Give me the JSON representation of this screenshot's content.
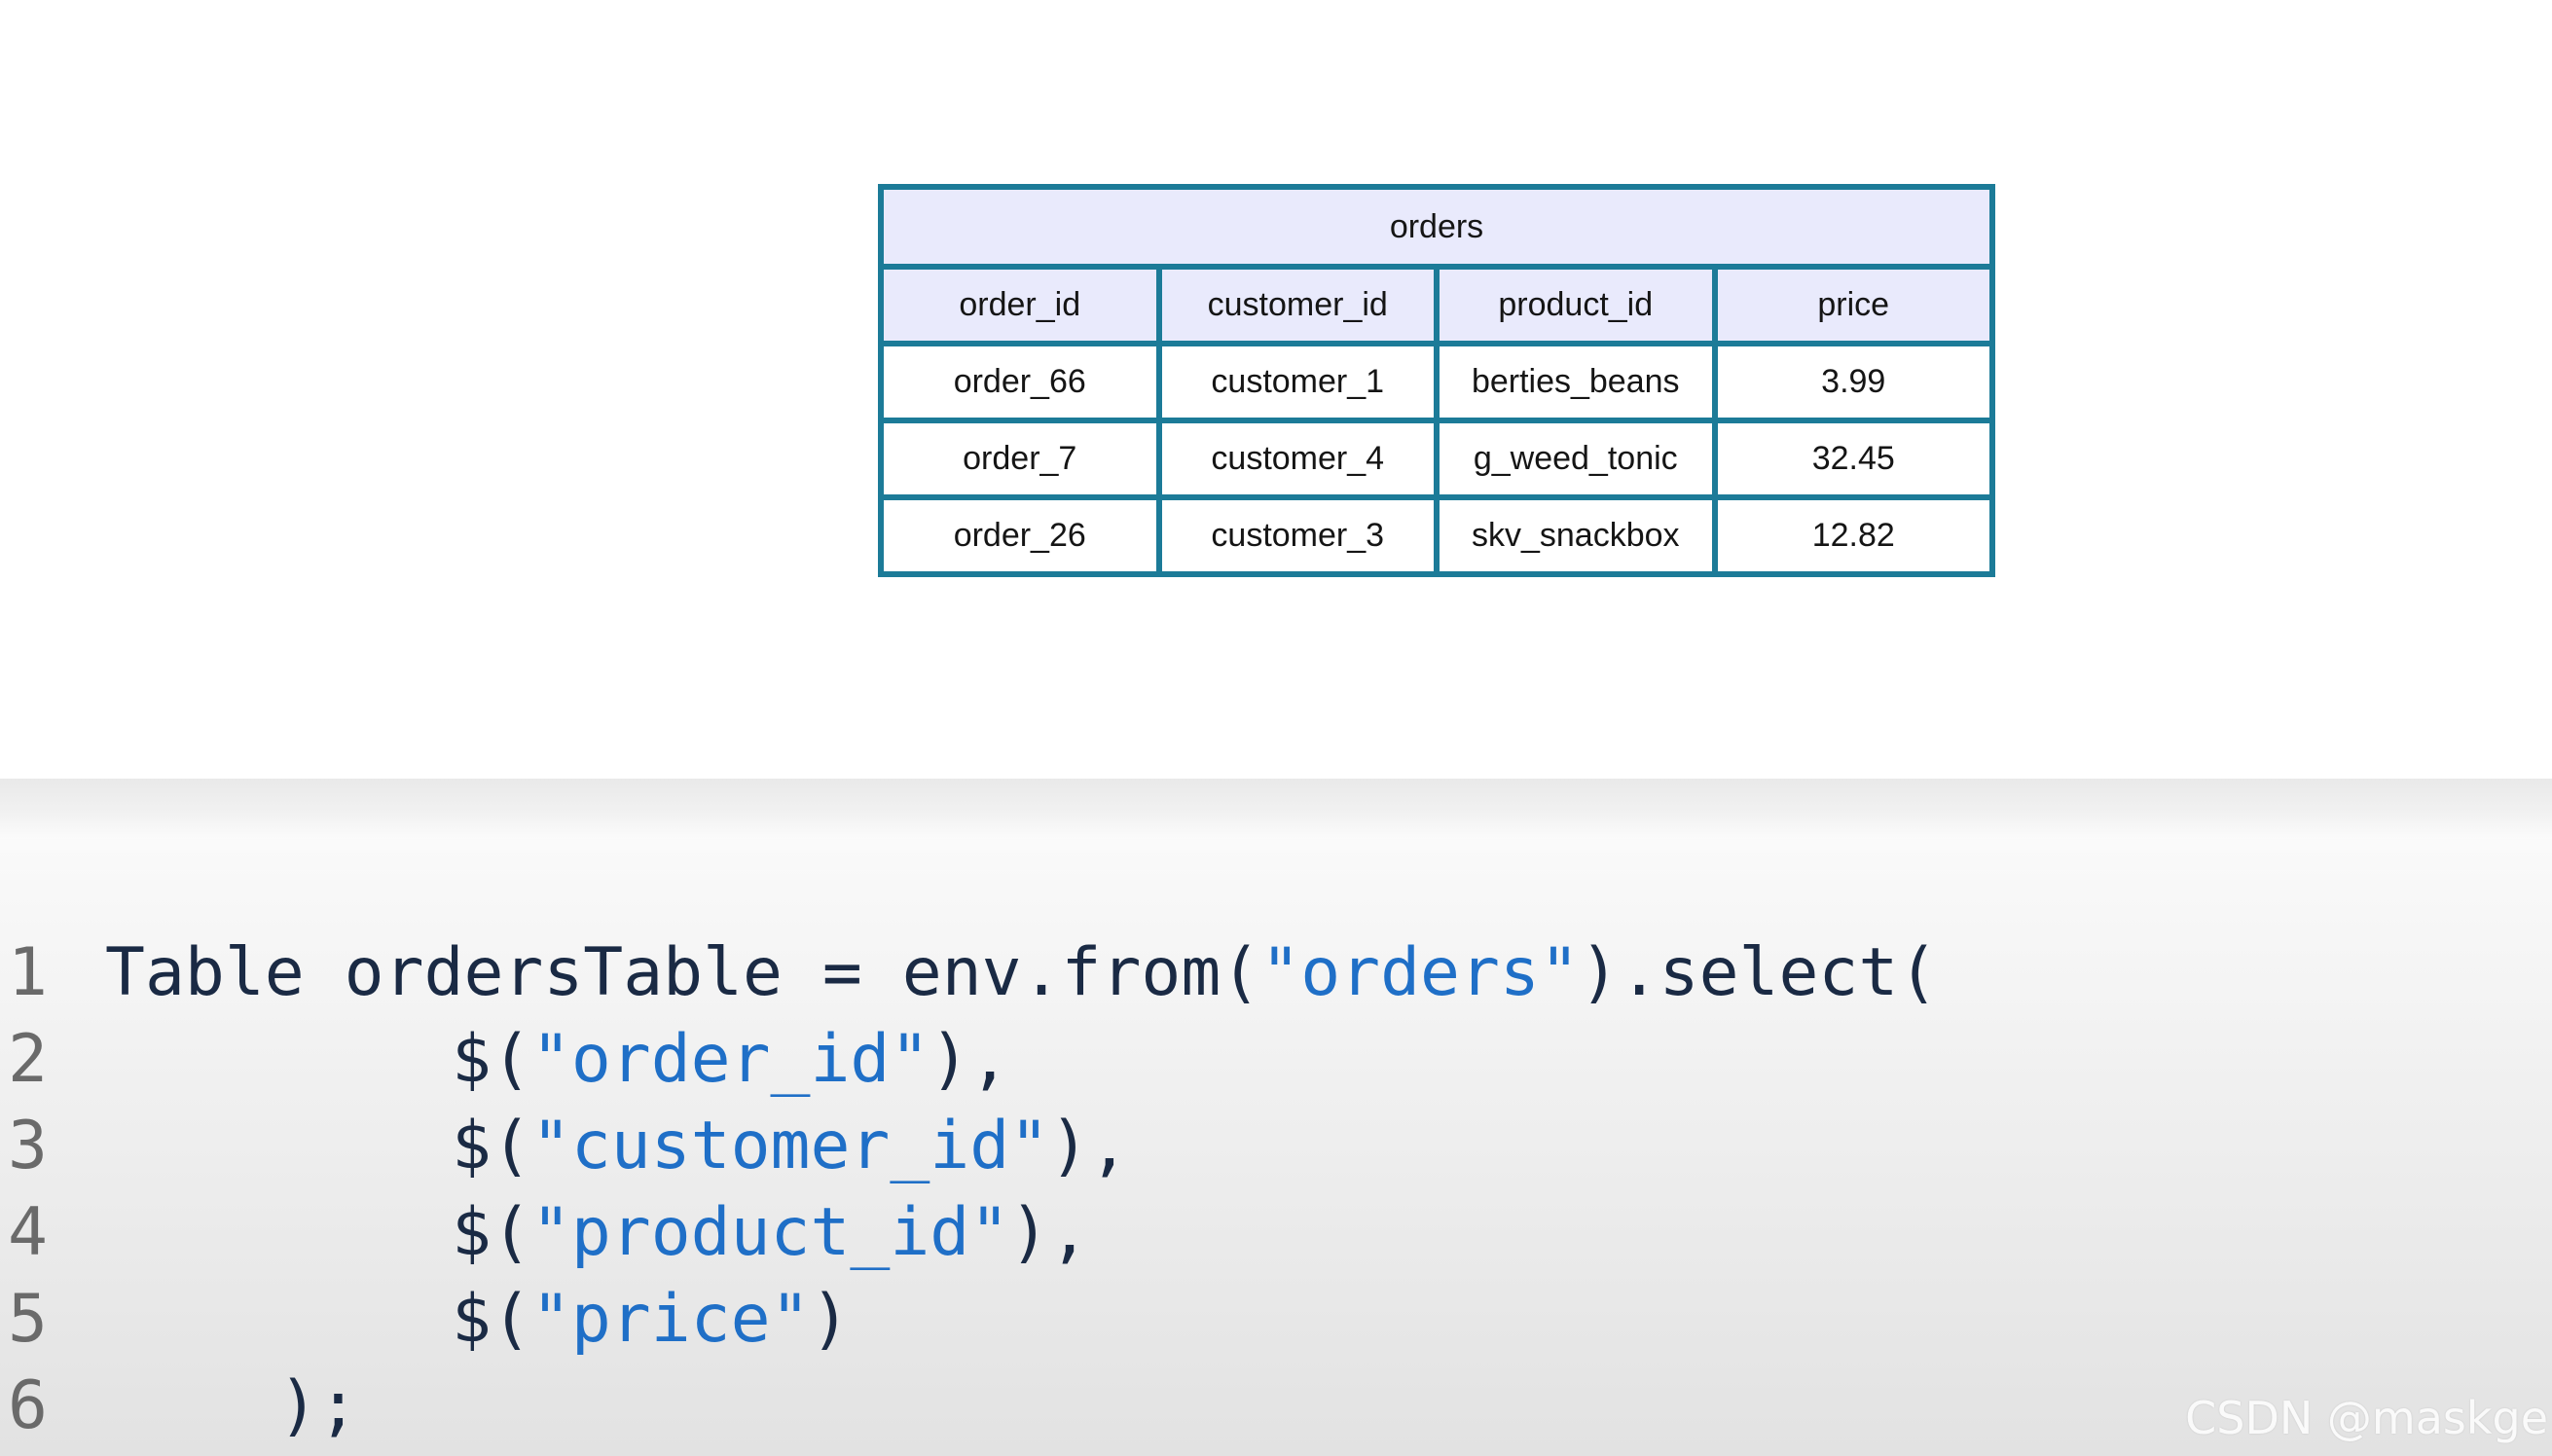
{
  "table": {
    "title": "orders",
    "headers": [
      "order_id",
      "customer_id",
      "product_id",
      "price"
    ],
    "rows": [
      [
        "order_66",
        "customer_1",
        "berties_beans",
        "3.99"
      ],
      [
        "order_7",
        "customer_4",
        "g_weed_tonic",
        "32.45"
      ],
      [
        "order_26",
        "customer_3",
        "skv_snackbox",
        "12.82"
      ]
    ]
  },
  "code": {
    "lines": [
      {
        "num": "1",
        "parts": [
          "Table ordersTable = env.from(",
          "\"orders\"",
          ").select("
        ]
      },
      {
        "num": "2",
        "parts": [
          "$(",
          "\"order_id\"",
          "),"
        ]
      },
      {
        "num": "3",
        "parts": [
          "$(",
          "\"customer_id\"",
          "),"
        ]
      },
      {
        "num": "4",
        "parts": [
          "$(",
          "\"product_id\"",
          "),"
        ]
      },
      {
        "num": "5",
        "parts": [
          "$(",
          "\"price\"",
          ")"
        ]
      },
      {
        "num": "6",
        "parts": [
          ");",
          "",
          ""
        ]
      }
    ]
  },
  "watermark": "CSDN @maskge",
  "colors": {
    "table_border": "#1c7b98",
    "table_header_bg": "#e9eafc",
    "code_text": "#1a2a44",
    "code_string": "#1f6fc7",
    "line_number": "#6a6a6a"
  }
}
